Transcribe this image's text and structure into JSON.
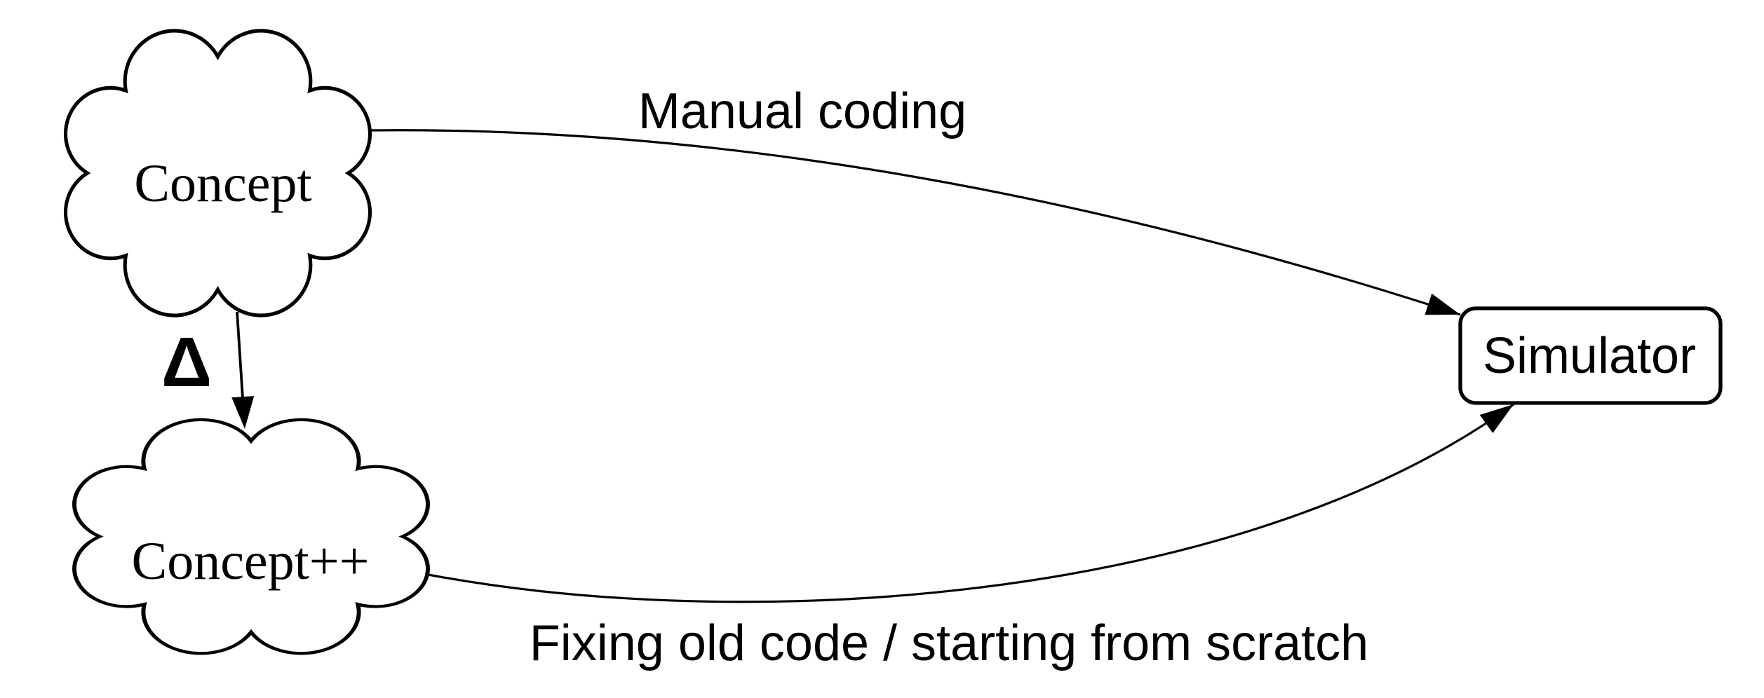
{
  "diagram": {
    "colors": {
      "background": "#ffffff",
      "line": "#000000",
      "text": "#000000"
    },
    "nodes": {
      "concept": {
        "label": "Concept",
        "shape": "cloud"
      },
      "concept_pp": {
        "label": "Concept++",
        "shape": "cloud"
      },
      "simulator": {
        "label": "Simulator",
        "shape": "rounded-rectangle"
      }
    },
    "edges": {
      "manual_coding": {
        "label": "Manual coding",
        "from": "Concept",
        "to": "Simulator",
        "style": "curved-arrow"
      },
      "delta": {
        "label": "Δ",
        "from": "Concept",
        "to": "Concept++",
        "style": "straight-arrow"
      },
      "fixing": {
        "label": "Fixing old code / starting from scratch",
        "from": "Concept++",
        "to": "Simulator",
        "style": "curved-arrow"
      }
    }
  }
}
